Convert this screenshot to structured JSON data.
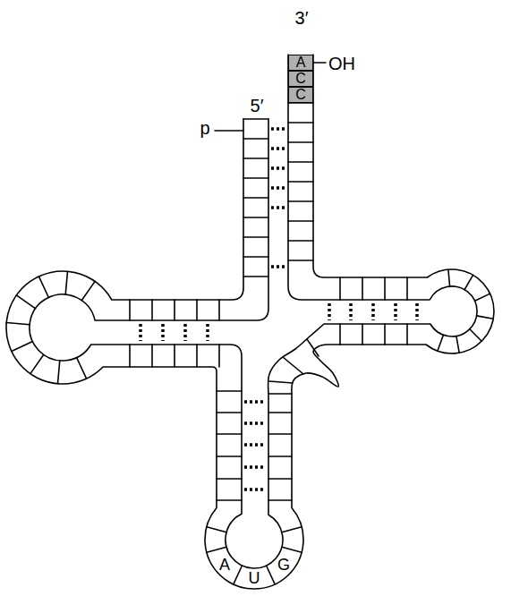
{
  "diagram": {
    "nodes": [
      {
        "text": [
          "A"
        ]
      },
      {
        "text": [
          "C"
        ]
      },
      {
        "text": [
          "C"
        ]
      }
    ],
    "labels": [
      "3′",
      "OH",
      "5′",
      "p",
      "A",
      "U",
      "G"
    ]
  }
}
